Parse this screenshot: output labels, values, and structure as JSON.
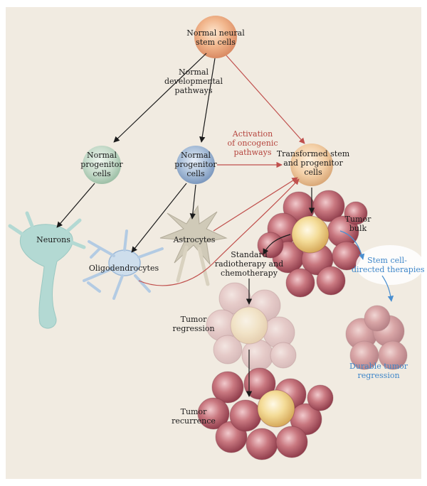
{
  "labels": {
    "normal_neural_stem": [
      "Normal neural",
      "stem cells"
    ],
    "normal_developmental_pathways": [
      "Normal",
      "developmental",
      "pathways"
    ],
    "normal_progenitor_left": [
      "Normal",
      "progenitor",
      "cells"
    ],
    "normal_progenitor_center": [
      "Normal",
      "progenitor",
      "cells"
    ],
    "activation_oncogenic": [
      "Activation",
      "of oncogenic",
      "pathways"
    ],
    "transformed_stem": [
      "Transformed stem",
      "and progenitor",
      "cells"
    ],
    "neurons": "Neurons",
    "astrocytes": "Astrocytes",
    "oligodendrocytes": "Oligodendrocytes",
    "tumor_bulk": [
      "Tumor",
      "bulk"
    ],
    "standard_therapy": [
      "Standard",
      "radiotherapy and",
      "chemotherapy"
    ],
    "stem_directed": [
      "Stem cell-",
      "directed therapies"
    ],
    "tumor_regression": [
      "Tumor",
      "regression"
    ],
    "durable_regression": [
      "Durable tumor",
      "regression"
    ],
    "tumor_recurrence": [
      "Tumor",
      "recurrence"
    ]
  },
  "colors": {
    "background_panel": "#f1ebe1",
    "black_arrow": "#1a1a1a",
    "red_arrow": "#c0504d",
    "blue_arrow": "#4a8fd0",
    "stem_cell": "#e9a57b",
    "progenitor_green": "#b9d3c0",
    "progenitor_blue": "#8ea9c8",
    "tumor_cell": "#a8424f",
    "tumor_core": "#e8c878"
  }
}
